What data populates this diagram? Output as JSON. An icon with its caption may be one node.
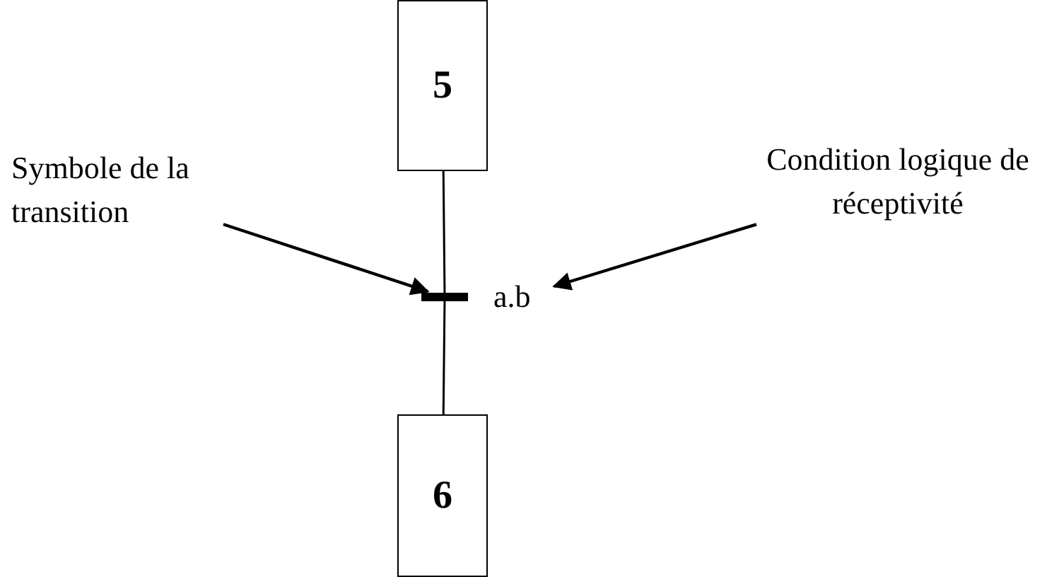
{
  "diagram": {
    "nodes": [
      {
        "text": [
          "5"
        ]
      },
      {
        "text": [
          "6"
        ]
      },
      {
        "text": [],
        "shape": "bar"
      },
      {
        "text": [
          "Symbole de la transition"
        ]
      },
      {
        "text": [
          "Condition logique de réceptivité"
        ]
      },
      {
        "text": [
          "a.b"
        ]
      }
    ],
    "edges": [
      {
        "from": 0,
        "to": 2,
        "arrow": "none"
      },
      {
        "from": 2,
        "to": 1,
        "arrow": "none"
      },
      {
        "from": 3,
        "to": 2,
        "arrow": "to"
      },
      {
        "from": 4,
        "to": 5,
        "arrow": "to"
      }
    ]
  }
}
